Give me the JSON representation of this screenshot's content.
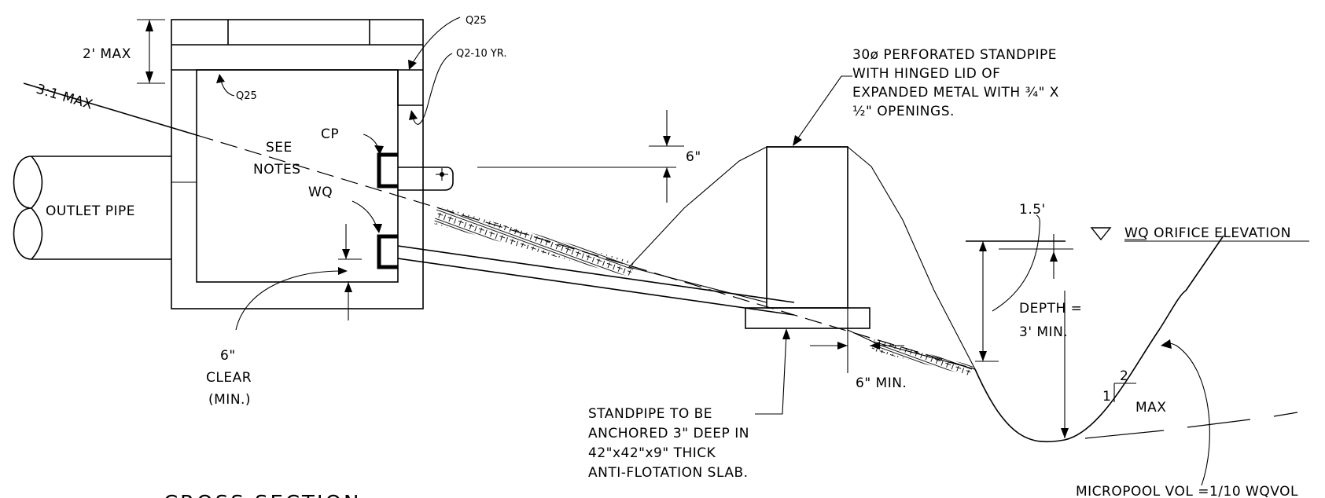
{
  "labels": {
    "max_2ft": "2' MAX",
    "q25_top": "Q25",
    "q210": "Q2-10 YR.",
    "q25_inner": "Q25",
    "slope_max": "3:1 MAX",
    "cp": "CP",
    "see_notes_1": "SEE",
    "see_notes_2": "NOTES",
    "wq": "WQ",
    "outlet_pipe": "OUTLET PIPE",
    "clear_1": "6\"",
    "clear_2": "CLEAR",
    "clear_3": "(MIN.)",
    "six_in_top": "6\"",
    "standpipe_note": [
      "30ø PERFORATED STANDPIPE",
      "WITH HINGED LID OF",
      "EXPANDED METAL WITH ¾\" X",
      "½\" OPENINGS."
    ],
    "anchor_note": [
      "STANDPIPE TO BE",
      "ANCHORED 3\" DEEP IN",
      "42\"x42\"x9\" THICK",
      "ANTI-FLOTATION SLAB."
    ],
    "six_in_min": "6\" MIN.",
    "one_five": "1.5'",
    "wq_orifice": "WQ ORIFICE ELEVATION",
    "depth_1": "DEPTH =",
    "depth_2": "3' MIN.",
    "slope_run": "2",
    "slope_rise": "1",
    "slope_max2": "MAX",
    "micropool": "MICROPOOL VOL =1/10 WQVOL",
    "cross_section": "CROSS SECTION"
  },
  "colors": {
    "ink": "#000000",
    "background": "#ffffff"
  }
}
